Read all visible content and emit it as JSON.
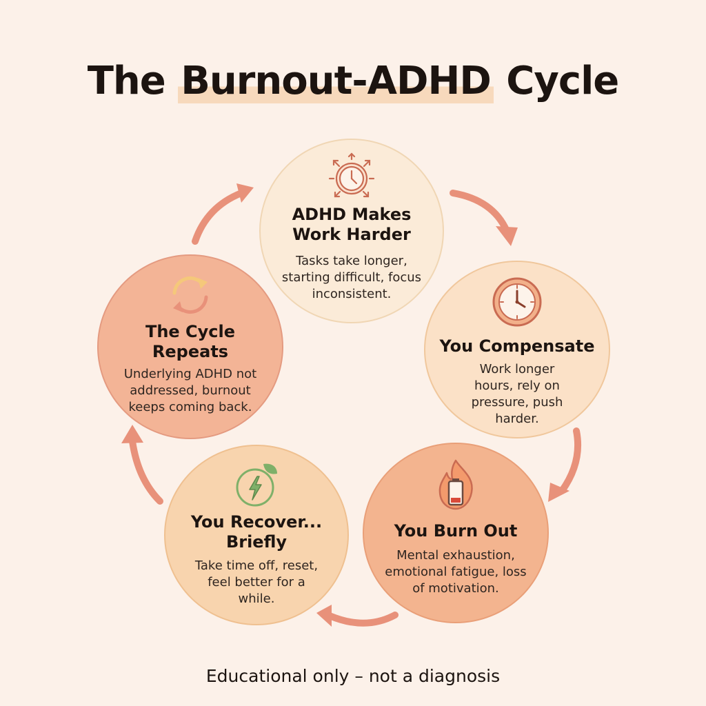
{
  "title": {
    "prefix": "The ",
    "highlight": "Burnout-ADHD",
    "suffix": " Cycle"
  },
  "nodes": [
    {
      "title": "ADHD Makes Work Harder",
      "description": "Tasks take longer, starting difficult, focus inconsistent.",
      "icon": "clock-arrows-icon",
      "fill": "#fbebd8",
      "border": "#f0d6b4"
    },
    {
      "title": "You Compensate",
      "description": "Work longer hours, rely on pressure, push harder.",
      "icon": "clock-icon",
      "fill": "#fbe1c7",
      "border": "#f0c79c"
    },
    {
      "title": "You Burn Out",
      "description": "Mental exhaustion, emotional fatigue, loss of motivation.",
      "icon": "flame-battery-icon",
      "fill": "#f3b48f",
      "border": "#e99f78"
    },
    {
      "title": "You Recover... Briefly",
      "description": "Take time off, reset, feel better for a while.",
      "icon": "lightning-leaf-icon",
      "fill": "#f8d4ae",
      "border": "#efc090"
    },
    {
      "title": "The Cycle Repeats",
      "description": "Underlying ADHD not addressed, burnout keeps coming back.",
      "icon": "cycle-arrows-icon",
      "fill": "#f3b496",
      "border": "#e49a80"
    }
  ],
  "footer": "Educational only – not a diagnosis",
  "colors": {
    "background": "#fcf1e9",
    "arrow": "#e8917a",
    "icon_stroke": "#c96b52",
    "icon_accent": "#f2b08a",
    "leaf_green": "#7fb069",
    "highlight": "#f7d9bc"
  }
}
